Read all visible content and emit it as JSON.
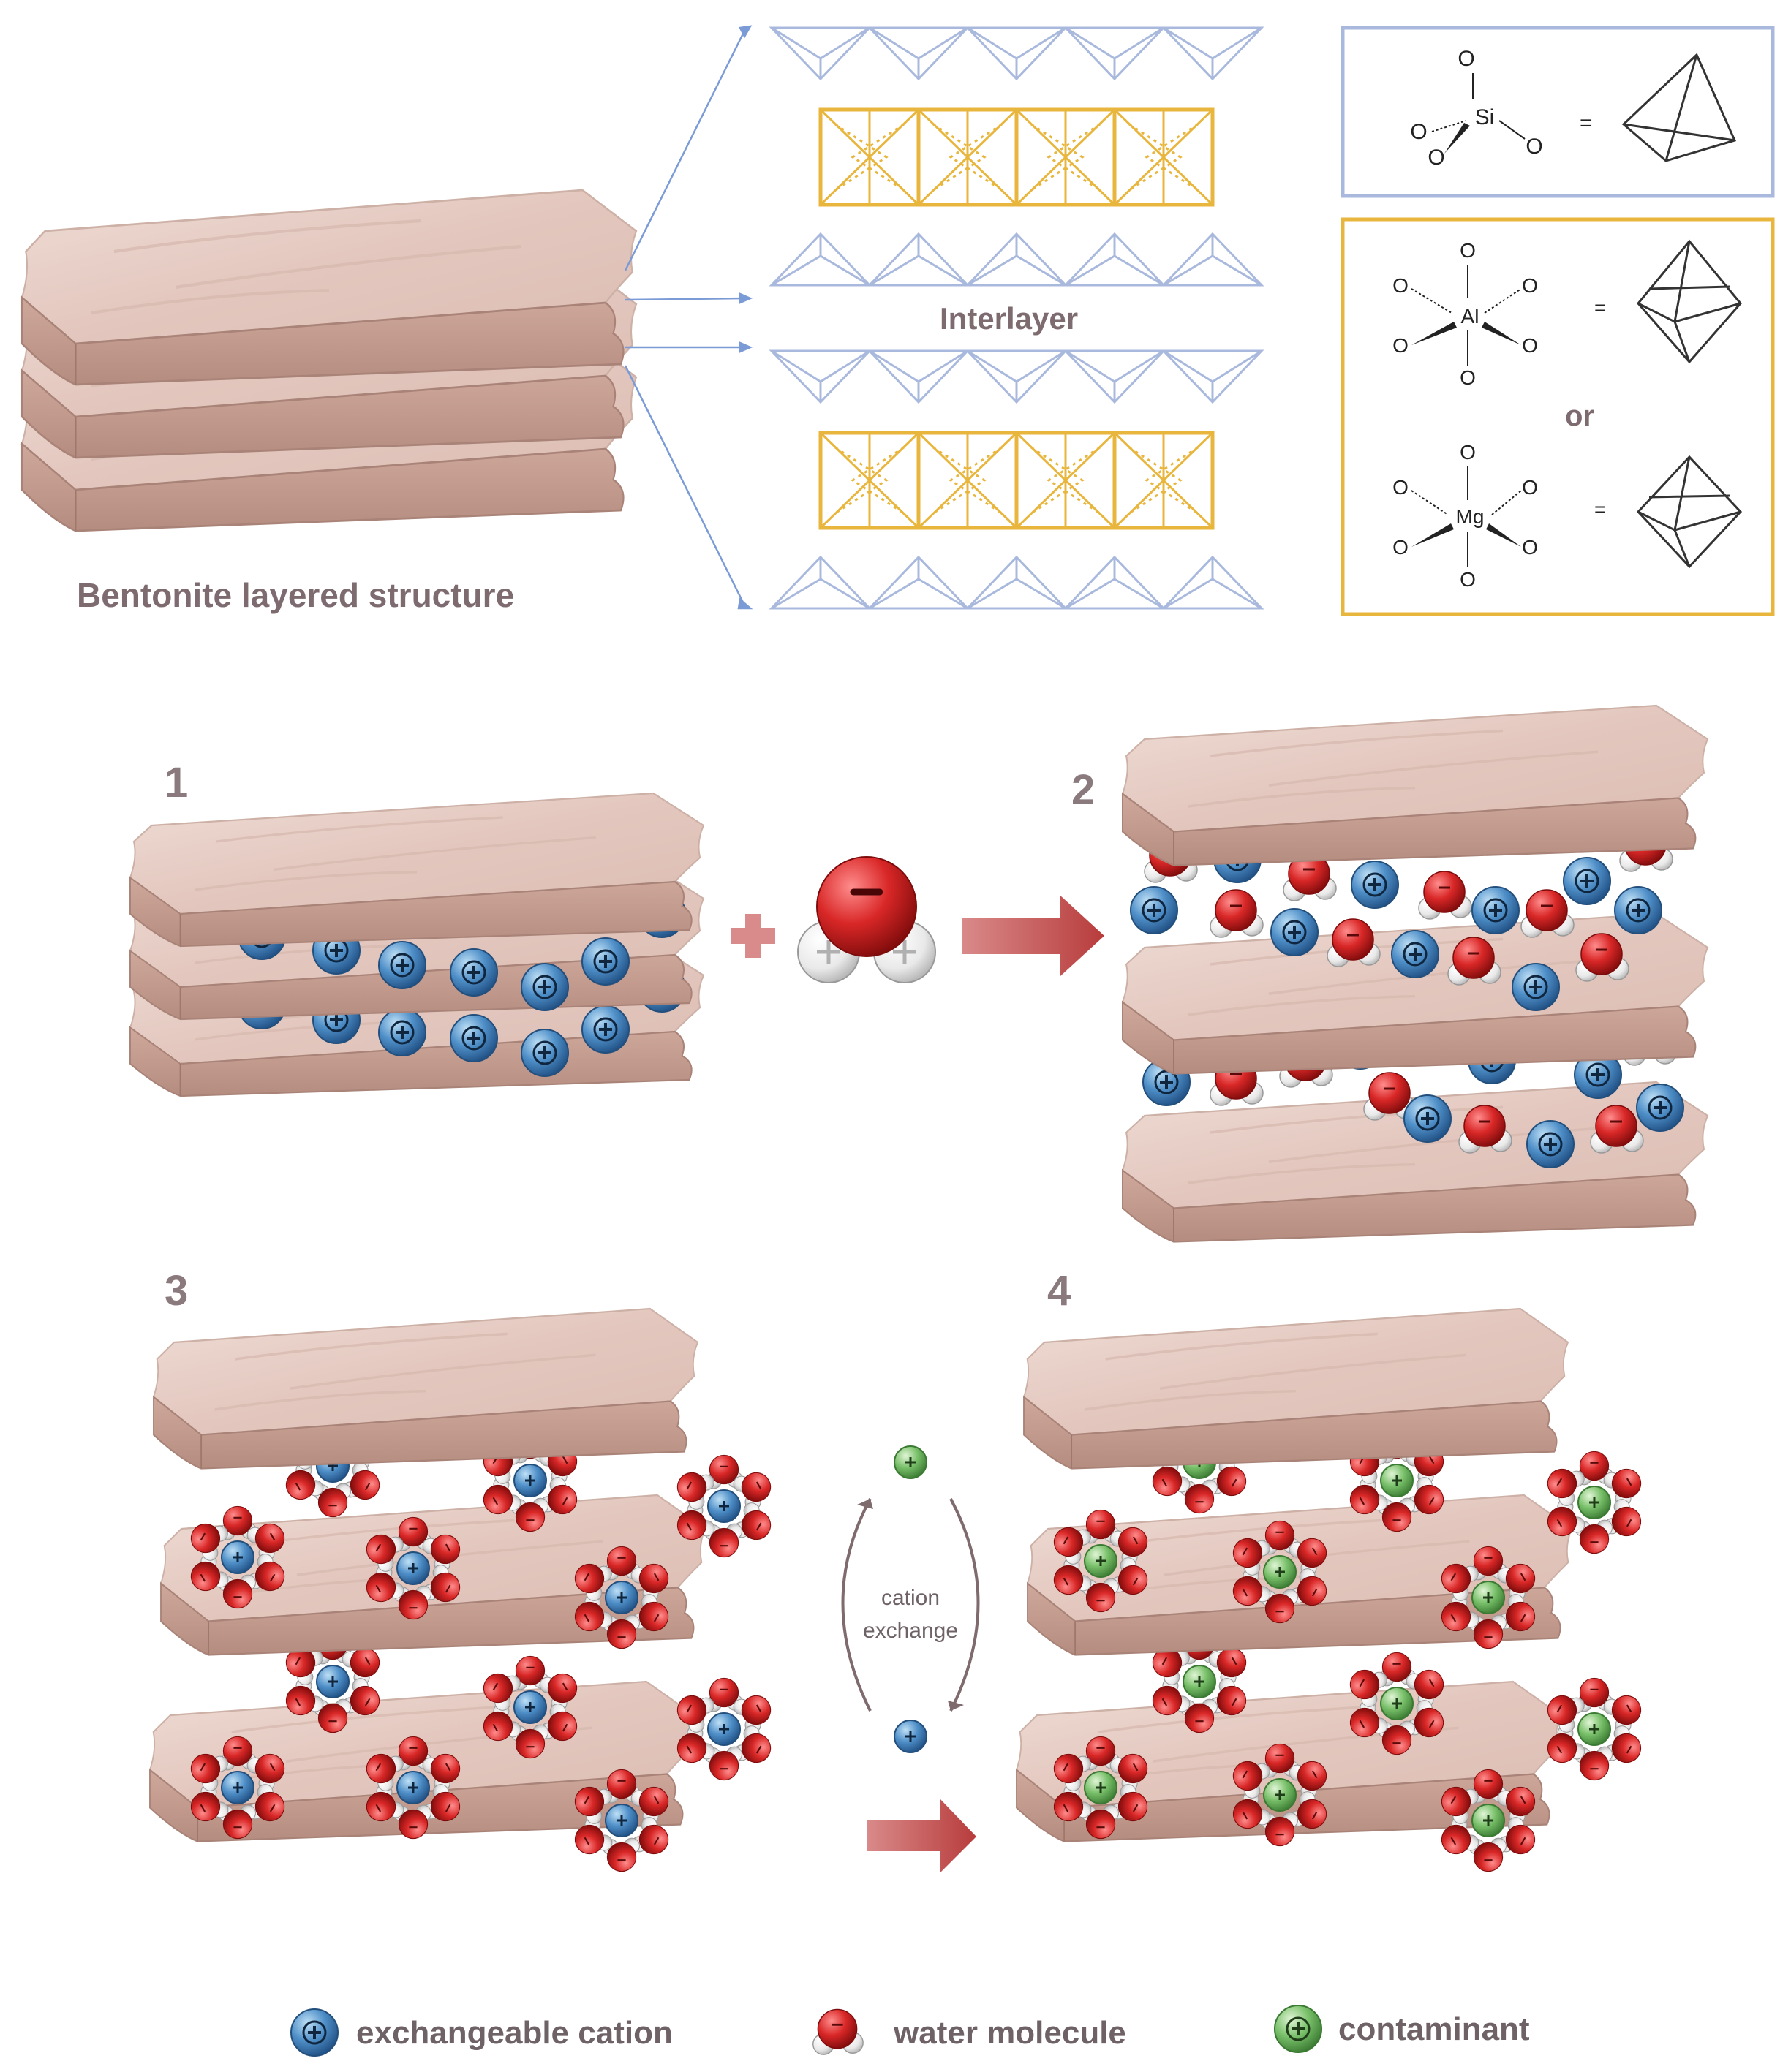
{
  "labels": {
    "structure": "Bentonite layered structure",
    "interlayer": "Interlayer",
    "or": "or",
    "cation_exchange_1": "cation",
    "cation_exchange_2": "exchange"
  },
  "panels": [
    "1",
    "2",
    "3",
    "4"
  ],
  "chemistry": {
    "si": "Si",
    "al": "Al",
    "mg": "Mg",
    "o": "O",
    "equals": "="
  },
  "legend": [
    {
      "key": "exchangeable-cation",
      "label": "exchangeable cation"
    },
    {
      "key": "water-molecule",
      "label": "water molecule"
    },
    {
      "key": "contaminant",
      "label": "contaminant"
    }
  ],
  "colors": {
    "tetrahedral": "#a9b9dd",
    "octahedral": "#e8b63d",
    "slab": "#e6cdc5",
    "cation": "#4f8fc8",
    "water": "#d92727",
    "contaminant": "#79c06a",
    "arrow": "#c65454"
  }
}
